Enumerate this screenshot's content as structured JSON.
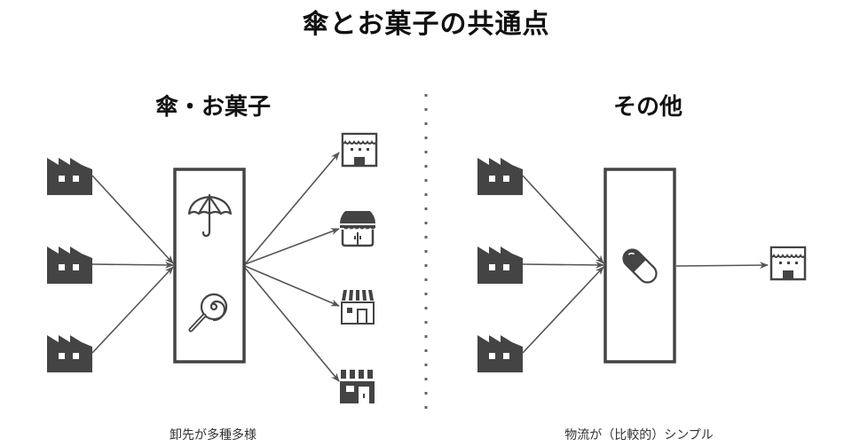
{
  "title": "傘とお菓子の共通点",
  "left": {
    "heading": "傘・お菓子",
    "caption": "卸先が多種多様",
    "sources": [
      "factory",
      "factory",
      "factory"
    ],
    "hub_items": [
      "umbrella",
      "lollipop"
    ],
    "destinations": [
      "shop-awning",
      "shop-dome",
      "shop-striped",
      "shop-block"
    ]
  },
  "right": {
    "heading": "その他",
    "caption": "物流が（比較的）シンプル",
    "sources": [
      "factory",
      "factory",
      "factory"
    ],
    "hub_items": [
      "capsule"
    ],
    "destinations": [
      "shop-awning"
    ]
  },
  "colors": {
    "icon": "#444444",
    "line": "#555555",
    "divider": "#666666"
  }
}
